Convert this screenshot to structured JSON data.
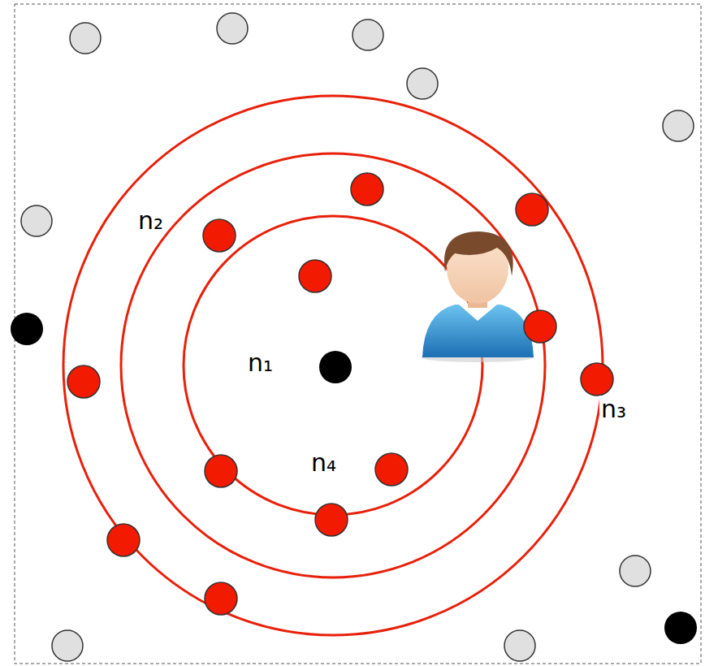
{
  "diagram": {
    "labels": [
      "n₁",
      "n₂",
      "n₃",
      "n₄"
    ]
  }
}
